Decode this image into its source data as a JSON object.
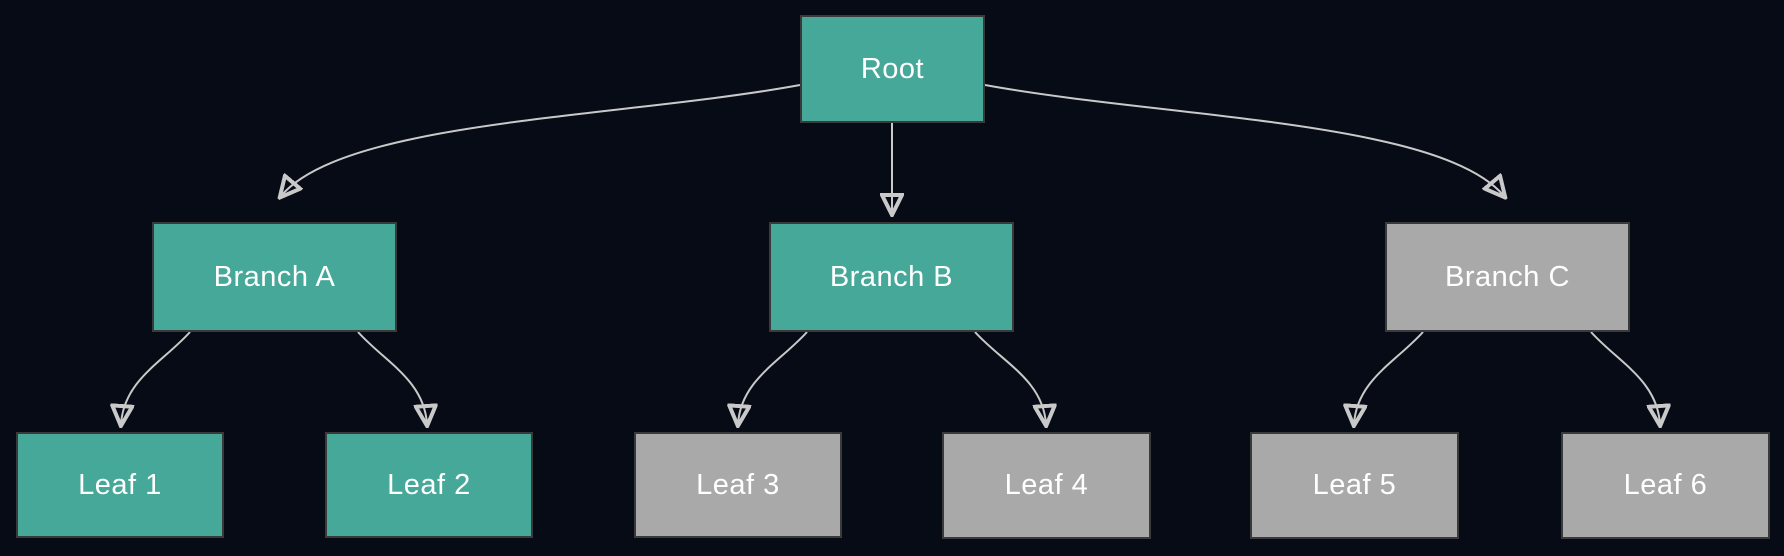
{
  "diagram": {
    "type": "tree",
    "colors": {
      "background": "#060b16",
      "node_teal": "#45a899",
      "node_gray": "#a9a9a9",
      "node_border": "#3a3a3a",
      "edge": "#c9c9c9",
      "text": "#ffffff"
    },
    "nodes": [
      {
        "id": "root",
        "label": "Root",
        "variant": "teal"
      },
      {
        "id": "branch-a",
        "label": "Branch A",
        "variant": "teal"
      },
      {
        "id": "branch-b",
        "label": "Branch B",
        "variant": "teal"
      },
      {
        "id": "branch-c",
        "label": "Branch C",
        "variant": "gray"
      },
      {
        "id": "leaf-1",
        "label": "Leaf 1",
        "variant": "teal"
      },
      {
        "id": "leaf-2",
        "label": "Leaf 2",
        "variant": "teal"
      },
      {
        "id": "leaf-3",
        "label": "Leaf 3",
        "variant": "gray"
      },
      {
        "id": "leaf-4",
        "label": "Leaf 4",
        "variant": "gray"
      },
      {
        "id": "leaf-5",
        "label": "Leaf 5",
        "variant": "gray"
      },
      {
        "id": "leaf-6",
        "label": "Leaf 6",
        "variant": "gray"
      }
    ],
    "edges": [
      {
        "from": "root",
        "to": "branch-a"
      },
      {
        "from": "root",
        "to": "branch-b"
      },
      {
        "from": "root",
        "to": "branch-c"
      },
      {
        "from": "branch-a",
        "to": "leaf-1"
      },
      {
        "from": "branch-a",
        "to": "leaf-2"
      },
      {
        "from": "branch-b",
        "to": "leaf-3"
      },
      {
        "from": "branch-b",
        "to": "leaf-4"
      },
      {
        "from": "branch-c",
        "to": "leaf-5"
      },
      {
        "from": "branch-c",
        "to": "leaf-6"
      }
    ]
  }
}
